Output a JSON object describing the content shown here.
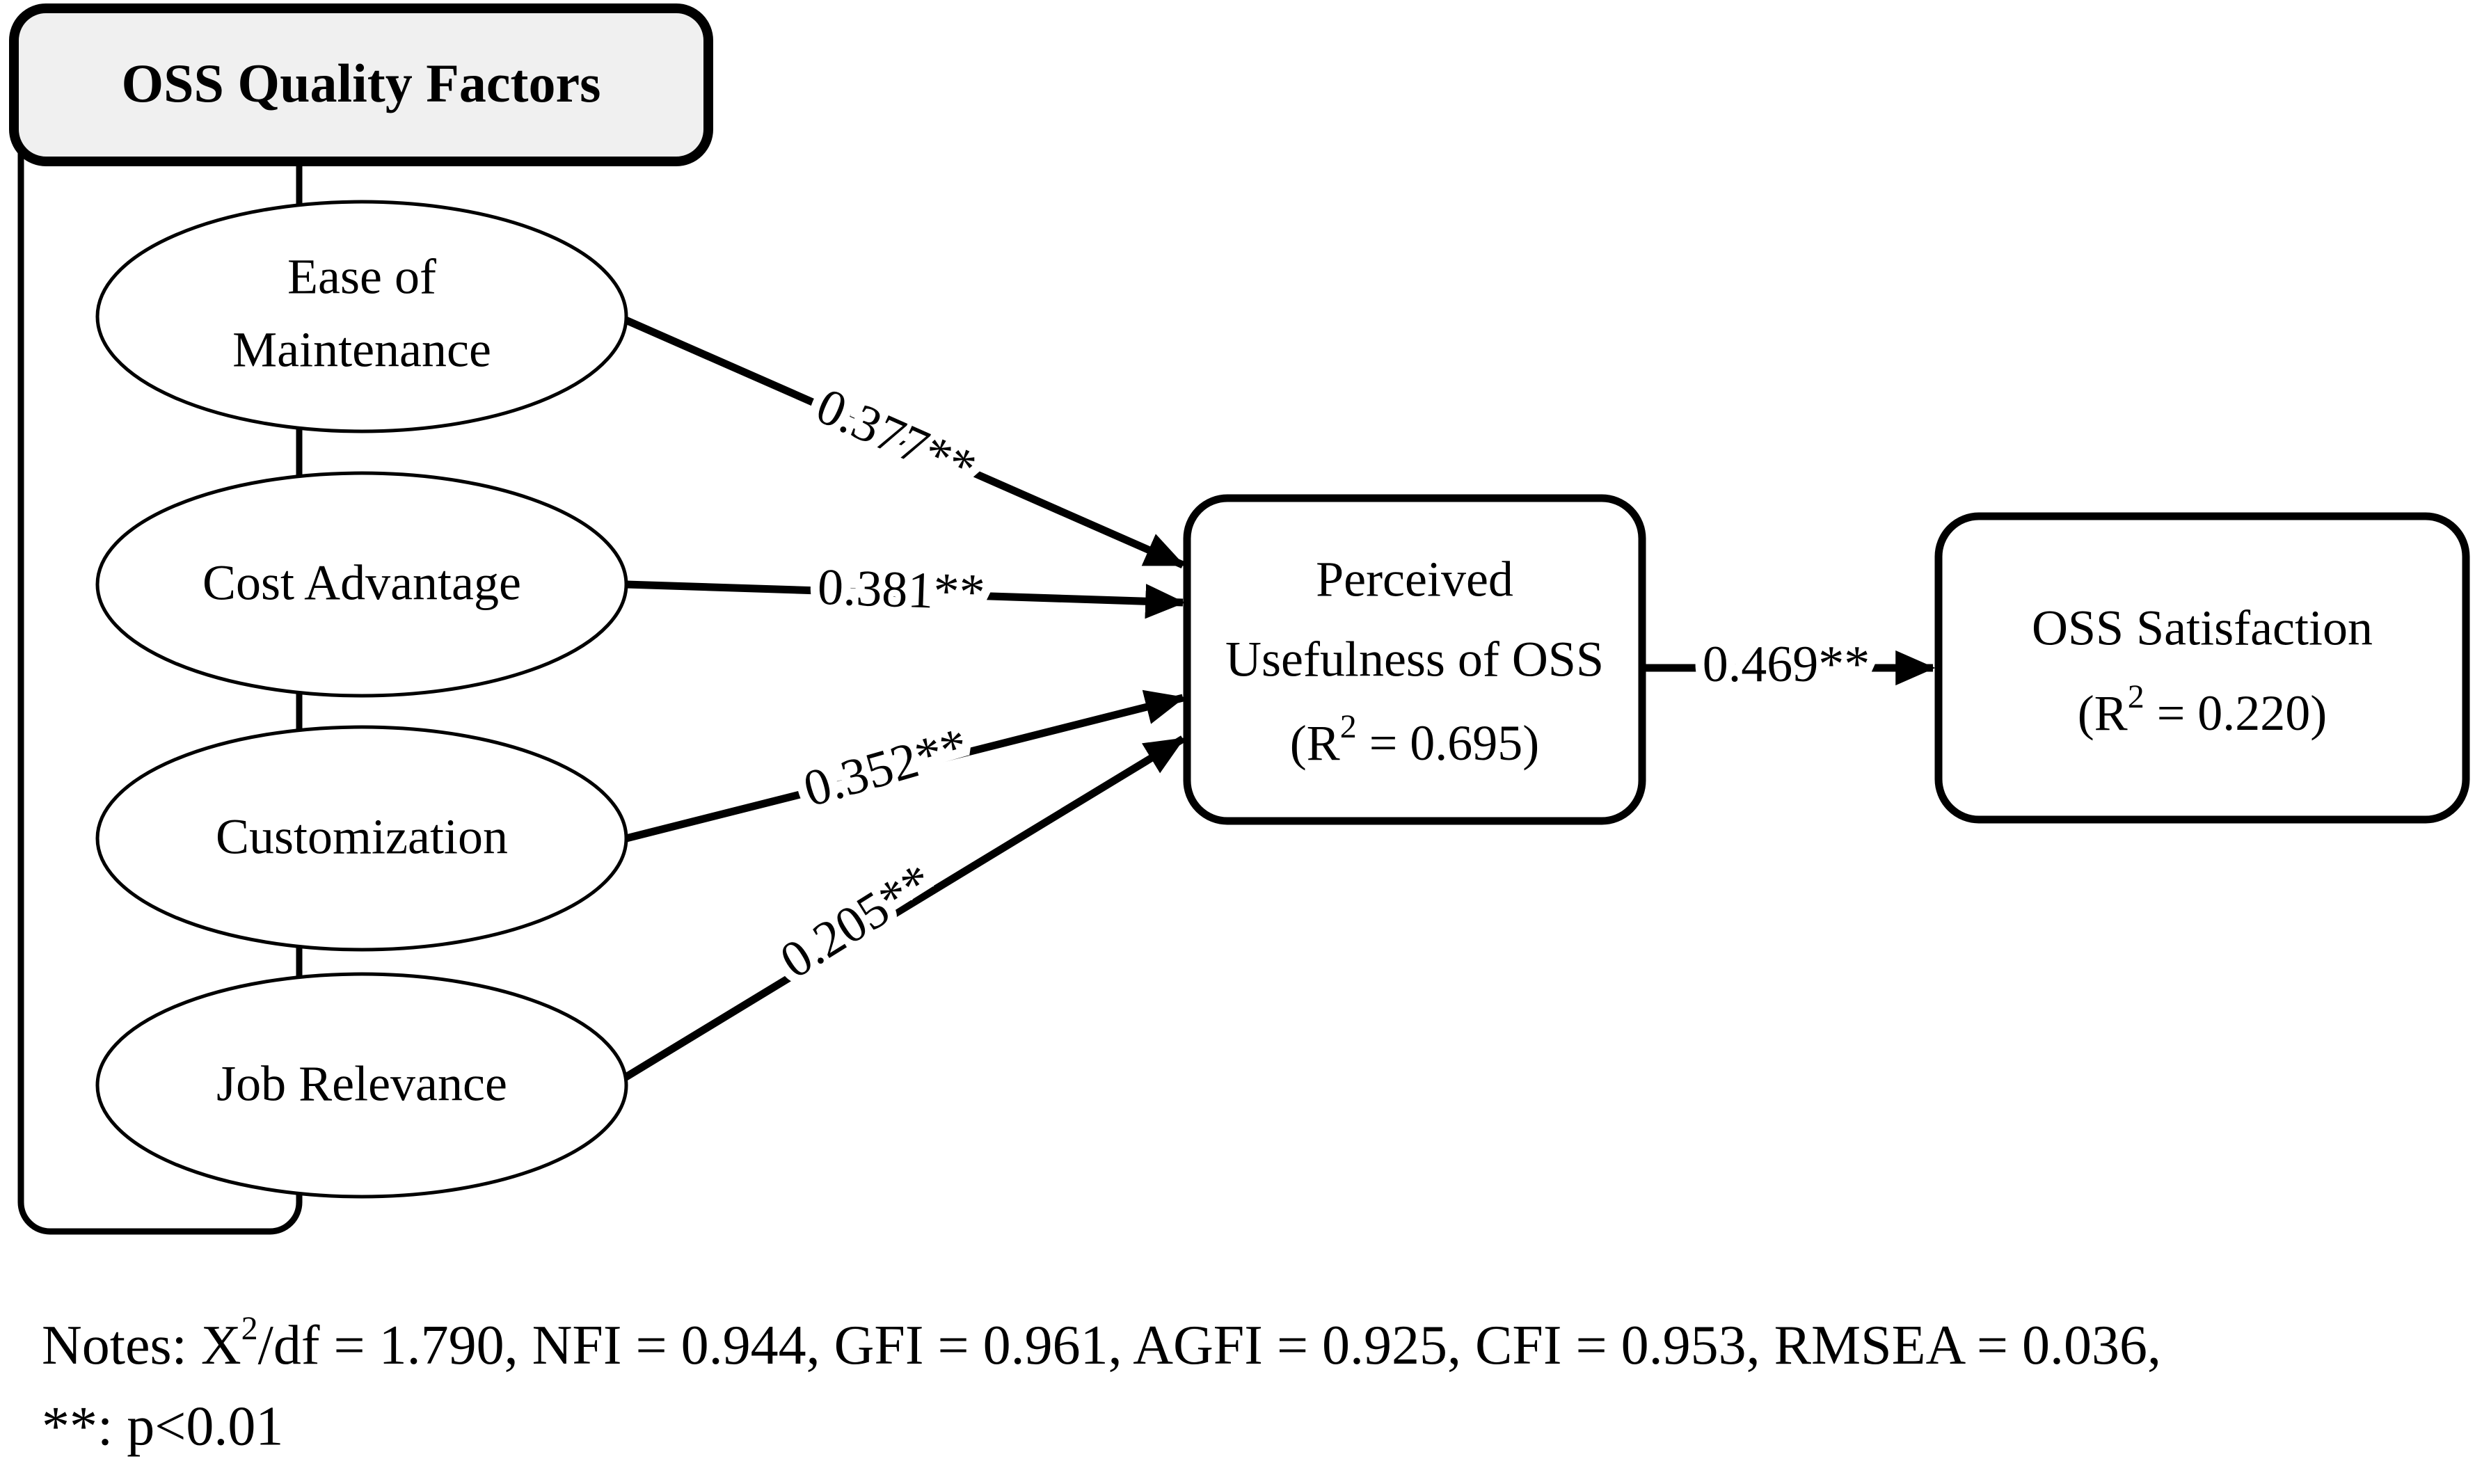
{
  "diagram": {
    "title": "OSS Structural Equation Model Path Diagram",
    "colors": {
      "stroke": "#000000",
      "node_fill": "#ffffff",
      "group_header_fill": "#f0f0f0",
      "background": "#ffffff"
    },
    "group": {
      "header_label": "OSS Quality Factors"
    },
    "exogenous_nodes": [
      {
        "id": "ease-of-maintenance",
        "line1": "Ease of",
        "line2": "Maintenance"
      },
      {
        "id": "cost-advantage",
        "line1": "Cost Advantage",
        "line2": ""
      },
      {
        "id": "customization",
        "line1": "Customization",
        "line2": ""
      },
      {
        "id": "job-relevance",
        "line1": "Job Relevance",
        "line2": ""
      }
    ],
    "endogenous_nodes": [
      {
        "id": "perceived-usefulness-of-oss",
        "line1": "Perceived",
        "line2": "Usefulness of OSS",
        "r2_prefix": "(R",
        "r2_sup": "2",
        "r2_suffix": " = 0.695)",
        "r2_value": 0.695
      },
      {
        "id": "oss-satisfaction",
        "line1": "OSS Satisfaction",
        "line2": "",
        "r2_prefix": "(R",
        "r2_sup": "2",
        "r2_suffix": " = 0.220)",
        "r2_value": 0.22
      }
    ],
    "paths": [
      {
        "id": "path-ease-to-usefulness",
        "from": "ease-of-maintenance",
        "to": "perceived-usefulness-of-oss",
        "label": "0.377**",
        "coefficient": 0.377,
        "significance": "**"
      },
      {
        "id": "path-cost-to-usefulness",
        "from": "cost-advantage",
        "to": "perceived-usefulness-of-oss",
        "label": "0.381**",
        "coefficient": 0.381,
        "significance": "**"
      },
      {
        "id": "path-customization-to-usefulness",
        "from": "customization",
        "to": "perceived-usefulness-of-oss",
        "label": "0.352**",
        "coefficient": 0.352,
        "significance": "**"
      },
      {
        "id": "path-jobrelevance-to-usefulness",
        "from": "job-relevance",
        "to": "perceived-usefulness-of-oss",
        "label": "0.205**",
        "coefficient": 0.205,
        "significance": "**"
      },
      {
        "id": "path-usefulness-to-satisfaction",
        "from": "perceived-usefulness-of-oss",
        "to": "oss-satisfaction",
        "label": "0.469**",
        "coefficient": 0.469,
        "significance": "**"
      }
    ],
    "notes": {
      "line1_prefix": "Notes: X",
      "line1_sup": "2",
      "line1_rest": "/df = 1.790, NFI = 0.944, GFI = 0.961, AGFI = 0.925, CFI = 0.953, RMSEA = 0.036,",
      "line2": "**: p<0.01",
      "fit_indices": {
        "chi_square_over_df": 1.79,
        "NFI": 0.944,
        "GFI": 0.961,
        "AGFI": 0.925,
        "CFI": 0.953,
        "RMSEA": 0.036
      },
      "significance_legend": "**: p<0.01"
    }
  },
  "chart_data": {
    "type": "diagram",
    "title": "OSS Quality Factors -> Perceived Usefulness of OSS -> OSS Satisfaction",
    "nodes": [
      {
        "name": "Ease of Maintenance",
        "kind": "latent-exogenous"
      },
      {
        "name": "Cost Advantage",
        "kind": "latent-exogenous"
      },
      {
        "name": "Customization",
        "kind": "latent-exogenous"
      },
      {
        "name": "Job Relevance",
        "kind": "latent-exogenous"
      },
      {
        "name": "Perceived Usefulness of OSS",
        "kind": "latent-endogenous",
        "r_squared": 0.695
      },
      {
        "name": "OSS Satisfaction",
        "kind": "latent-endogenous",
        "r_squared": 0.22
      }
    ],
    "edges": [
      {
        "source": "Ease of Maintenance",
        "target": "Perceived Usefulness of OSS",
        "value": 0.377,
        "label": "0.377**"
      },
      {
        "source": "Cost Advantage",
        "target": "Perceived Usefulness of OSS",
        "value": 0.381,
        "label": "0.381**"
      },
      {
        "source": "Customization",
        "target": "Perceived Usefulness of OSS",
        "value": 0.352,
        "label": "0.352**"
      },
      {
        "source": "Job Relevance",
        "target": "Perceived Usefulness of OSS",
        "value": 0.205,
        "label": "0.205**"
      },
      {
        "source": "Perceived Usefulness of OSS",
        "target": "OSS Satisfaction",
        "value": 0.469,
        "label": "0.469**"
      }
    ]
  }
}
